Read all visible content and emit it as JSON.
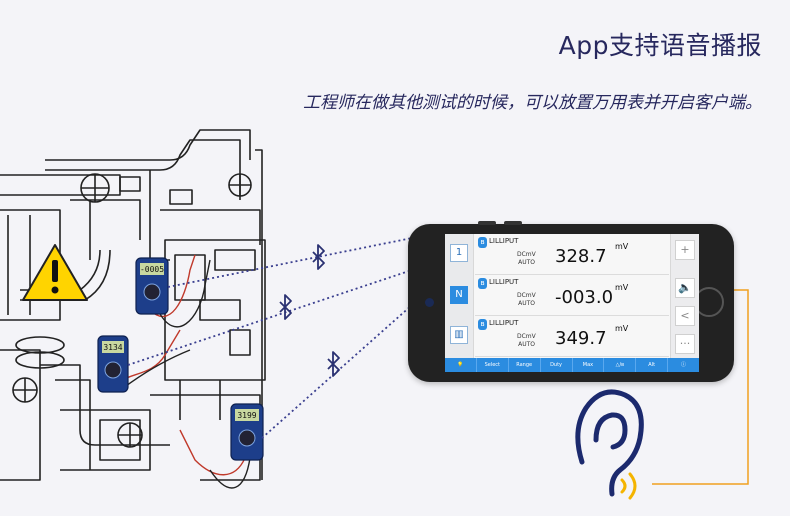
{
  "title": "App支持语音播报",
  "subtitle": "工程师在做其他测试的时候，可以放置万用表并开启客户端。",
  "meters": [
    {
      "display": "-0005"
    },
    {
      "display": "3134"
    },
    {
      "display": "3199"
    }
  ],
  "phone": {
    "rows": [
      {
        "device": "LILLIPUT",
        "mode": "DCmV",
        "range": "AUTO",
        "value": "328.7",
        "unit": "mV"
      },
      {
        "device": "LILLIPUT",
        "mode": "DCmV",
        "range": "AUTO",
        "value": "-003.0",
        "unit": "mV"
      },
      {
        "device": "LILLIPUT",
        "mode": "DCmV",
        "range": "AUTO",
        "value": "349.7",
        "unit": "mV"
      }
    ],
    "bottom_bar": [
      "Select",
      "Range",
      "Duty",
      "Max",
      "",
      "Alt",
      ""
    ],
    "right_icons": [
      "plus-icon",
      "speaker-icon",
      "share-icon",
      "more-icon"
    ]
  },
  "colors": {
    "title": "#27285e",
    "accent_blue": "#2b8ce0",
    "dotted_line": "#3a3f8f",
    "ear_outline": "#1c2a6e",
    "sound_waves": "#f4b400",
    "meter_body": "#1d3e8a",
    "warning_yellow": "#ffd400"
  }
}
